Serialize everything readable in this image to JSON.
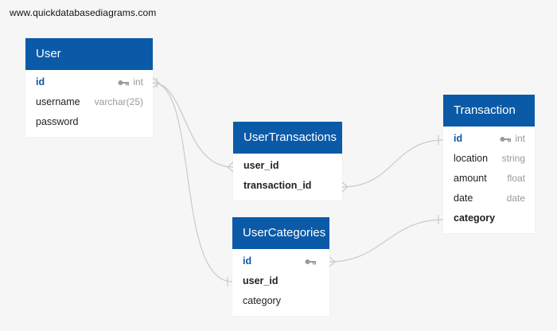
{
  "watermark": "www.quickdatabasediagrams.com",
  "colors": {
    "header": "#0b5aa8",
    "background": "#f5f6f5",
    "connector": "#c9cbca",
    "type_text": "#9a9a9a"
  },
  "tables": {
    "user": {
      "name": "User",
      "fields": [
        {
          "name": "id",
          "type": "int",
          "key_icon": "key-icon"
        },
        {
          "name": "username",
          "type": "varchar(25)"
        },
        {
          "name": "password",
          "type": ""
        }
      ]
    },
    "user_transactions": {
      "name": "UserTransactions",
      "fields": [
        {
          "name": "user_id",
          "type": ""
        },
        {
          "name": "transaction_id",
          "type": ""
        }
      ]
    },
    "user_categories": {
      "name": "UserCategories",
      "fields": [
        {
          "name": "id",
          "type": "",
          "key_icon": "key-icon"
        },
        {
          "name": "user_id",
          "type": ""
        },
        {
          "name": "category",
          "type": ""
        }
      ]
    },
    "transaction": {
      "name": "Transaction",
      "fields": [
        {
          "name": "id",
          "type": "int",
          "key_icon": "key-icon"
        },
        {
          "name": "location",
          "type": "string"
        },
        {
          "name": "amount",
          "type": "float"
        },
        {
          "name": "date",
          "type": "date"
        },
        {
          "name": "category",
          "type": ""
        }
      ]
    }
  },
  "relationships": [
    {
      "from": "User.id",
      "to": "UserTransactions.user_id"
    },
    {
      "from": "User.id",
      "to": "UserCategories.user_id"
    },
    {
      "from": "UserTransactions.transaction_id",
      "to": "Transaction.id"
    },
    {
      "from": "UserCategories.id",
      "to": "Transaction.category"
    }
  ]
}
